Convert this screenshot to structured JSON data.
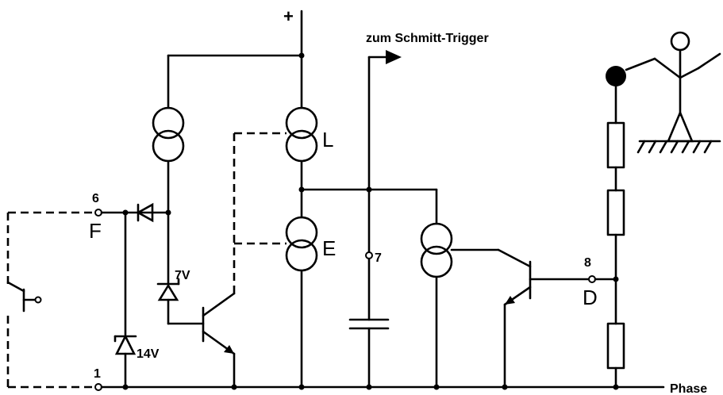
{
  "labels": {
    "plus": "+",
    "to_schmitt": "zum Schmitt-Trigger",
    "L": "L",
    "E": "E",
    "F": "F",
    "D": "D",
    "pin6": "6",
    "pin7": "7",
    "pin8": "8",
    "pin1": "1",
    "zener7": "7V",
    "zener14": "14V",
    "phase": "Phase"
  }
}
